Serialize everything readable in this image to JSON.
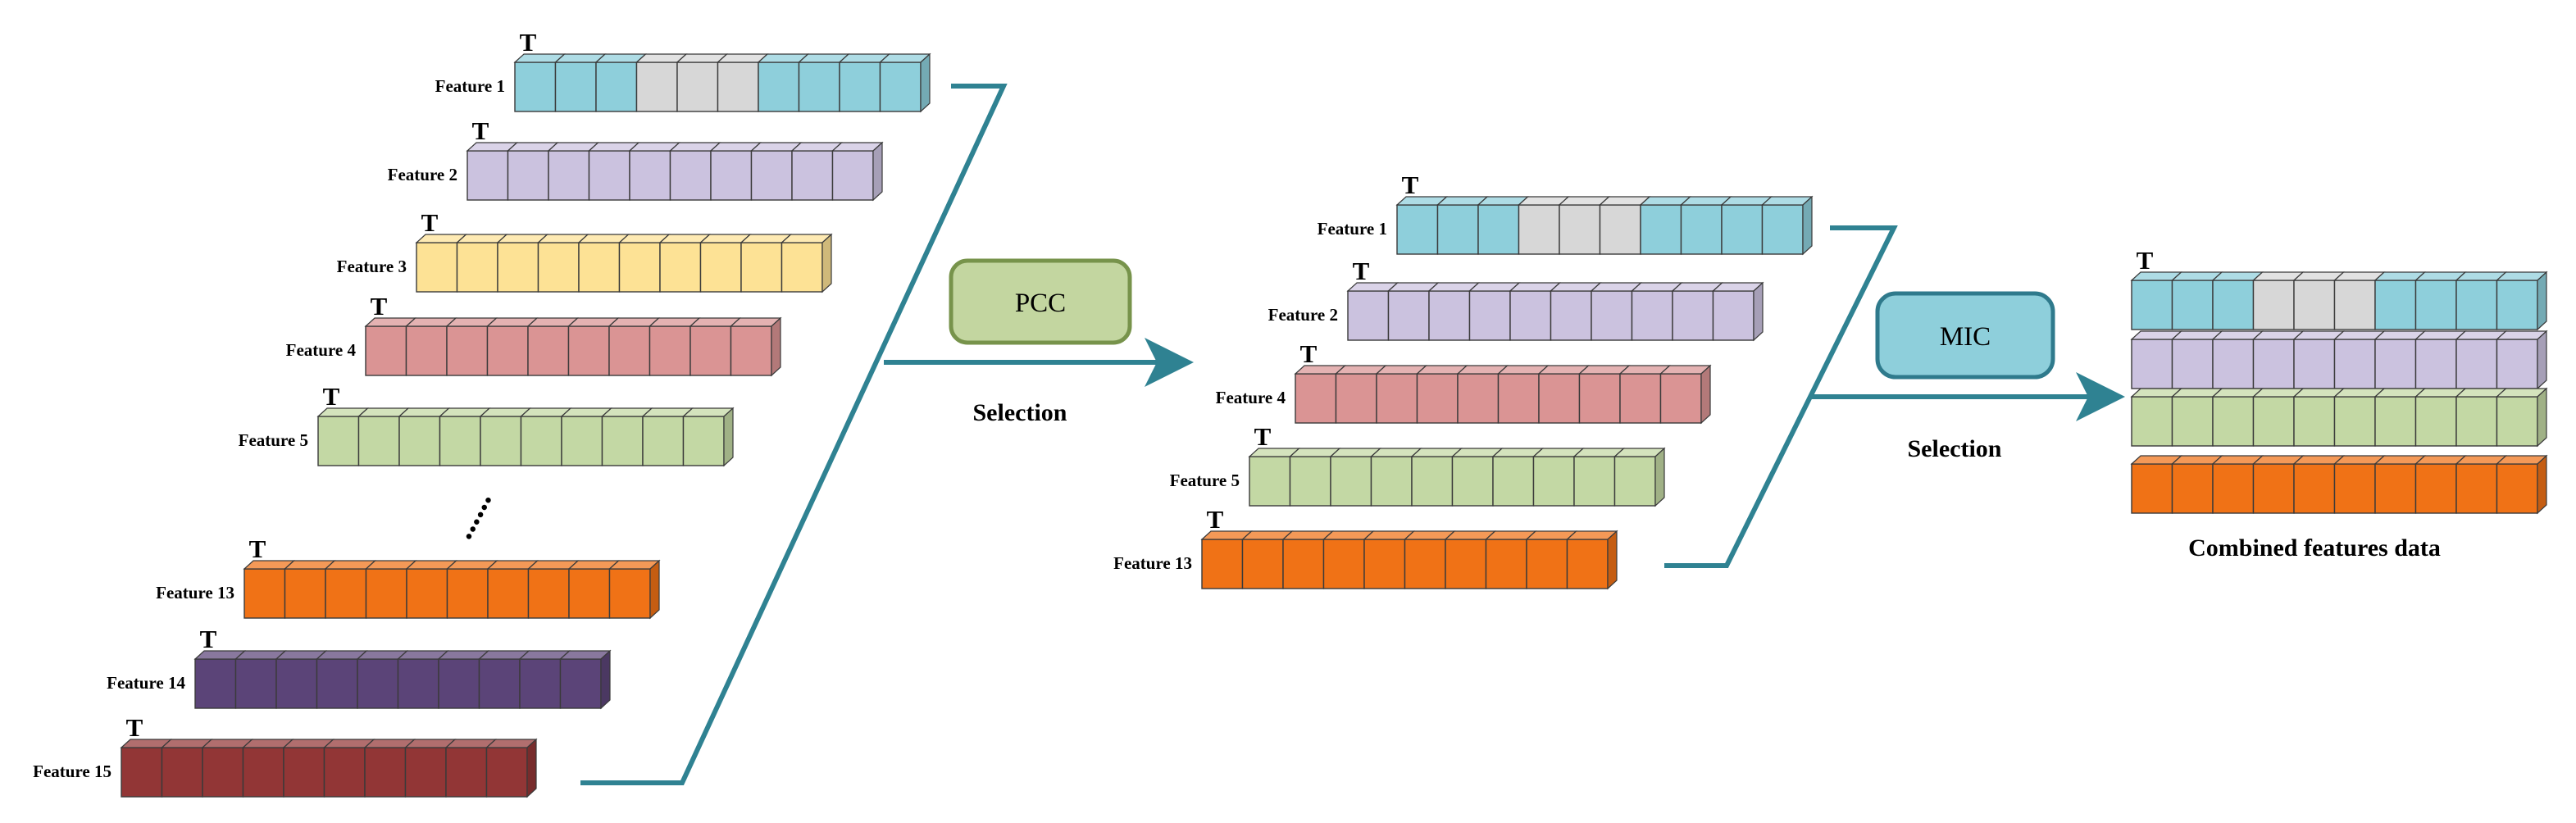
{
  "colors": {
    "blue": "#8ecfdb",
    "gray": "#d7d7d7",
    "lavender": "#cbc2df",
    "yellow": "#fde295",
    "pink": "#da9494",
    "green": "#c3d8a4",
    "orange": "#f07216",
    "purple": "#5b4478",
    "maroon": "#923636",
    "teal_line": "#2f8292",
    "pcc_fill": "#c3d6a0",
    "pcc_stroke": "#77934b",
    "mic_fill": "#8ecfdb",
    "mic_stroke": "#2f7a8c"
  },
  "time_marker": "T",
  "ellipsis": "......",
  "left_features": [
    {
      "label": "Feature 1",
      "pattern": [
        "blue",
        "blue",
        "blue",
        "gray",
        "gray",
        "gray",
        "blue",
        "blue",
        "blue",
        "blue"
      ]
    },
    {
      "label": "Feature 2",
      "pattern": [
        "lavender",
        "lavender",
        "lavender",
        "lavender",
        "lavender",
        "lavender",
        "lavender",
        "lavender",
        "lavender",
        "lavender"
      ]
    },
    {
      "label": "Feature 3",
      "pattern": [
        "yellow",
        "yellow",
        "yellow",
        "yellow",
        "yellow",
        "yellow",
        "yellow",
        "yellow",
        "yellow",
        "yellow"
      ]
    },
    {
      "label": "Feature 4",
      "pattern": [
        "pink",
        "pink",
        "pink",
        "pink",
        "pink",
        "pink",
        "pink",
        "pink",
        "pink",
        "pink"
      ]
    },
    {
      "label": "Feature 5",
      "pattern": [
        "green",
        "green",
        "green",
        "green",
        "green",
        "green",
        "green",
        "green",
        "green",
        "green"
      ]
    },
    {
      "label": "Feature 13",
      "pattern": [
        "orange",
        "orange",
        "orange",
        "orange",
        "orange",
        "orange",
        "orange",
        "orange",
        "orange",
        "orange"
      ]
    },
    {
      "label": "Feature 14",
      "pattern": [
        "purple",
        "purple",
        "purple",
        "purple",
        "purple",
        "purple",
        "purple",
        "purple",
        "purple",
        "purple"
      ]
    },
    {
      "label": "Feature 15",
      "pattern": [
        "maroon",
        "maroon",
        "maroon",
        "maroon",
        "maroon",
        "maroon",
        "maroon",
        "maroon",
        "maroon",
        "maroon"
      ]
    }
  ],
  "pcc": {
    "label": "PCC",
    "selection": "Selection"
  },
  "middle_features": [
    {
      "label": "Feature 1",
      "pattern": [
        "blue",
        "blue",
        "blue",
        "gray",
        "gray",
        "gray",
        "blue",
        "blue",
        "blue",
        "blue"
      ]
    },
    {
      "label": "Feature 2",
      "pattern": [
        "lavender",
        "lavender",
        "lavender",
        "lavender",
        "lavender",
        "lavender",
        "lavender",
        "lavender",
        "lavender",
        "lavender"
      ]
    },
    {
      "label": "Feature 4",
      "pattern": [
        "pink",
        "pink",
        "pink",
        "pink",
        "pink",
        "pink",
        "pink",
        "pink",
        "pink",
        "pink"
      ]
    },
    {
      "label": "Feature 5",
      "pattern": [
        "green",
        "green",
        "green",
        "green",
        "green",
        "green",
        "green",
        "green",
        "green",
        "green"
      ]
    },
    {
      "label": "Feature 13",
      "pattern": [
        "orange",
        "orange",
        "orange",
        "orange",
        "orange",
        "orange",
        "orange",
        "orange",
        "orange",
        "orange"
      ]
    }
  ],
  "mic": {
    "label": "MIC",
    "selection": "Selection"
  },
  "combined": {
    "title": "Combined features data",
    "rows": [
      {
        "pattern": [
          "blue",
          "blue",
          "blue",
          "gray",
          "gray",
          "gray",
          "blue",
          "blue",
          "blue",
          "blue"
        ]
      },
      {
        "pattern": [
          "lavender",
          "lavender",
          "lavender",
          "lavender",
          "lavender",
          "lavender",
          "lavender",
          "lavender",
          "lavender",
          "lavender"
        ]
      },
      {
        "pattern": [
          "green",
          "green",
          "green",
          "green",
          "green",
          "green",
          "green",
          "green",
          "green",
          "green"
        ]
      },
      {
        "pattern": [
          "orange",
          "orange",
          "orange",
          "orange",
          "orange",
          "orange",
          "orange",
          "orange",
          "orange",
          "orange"
        ]
      }
    ]
  }
}
